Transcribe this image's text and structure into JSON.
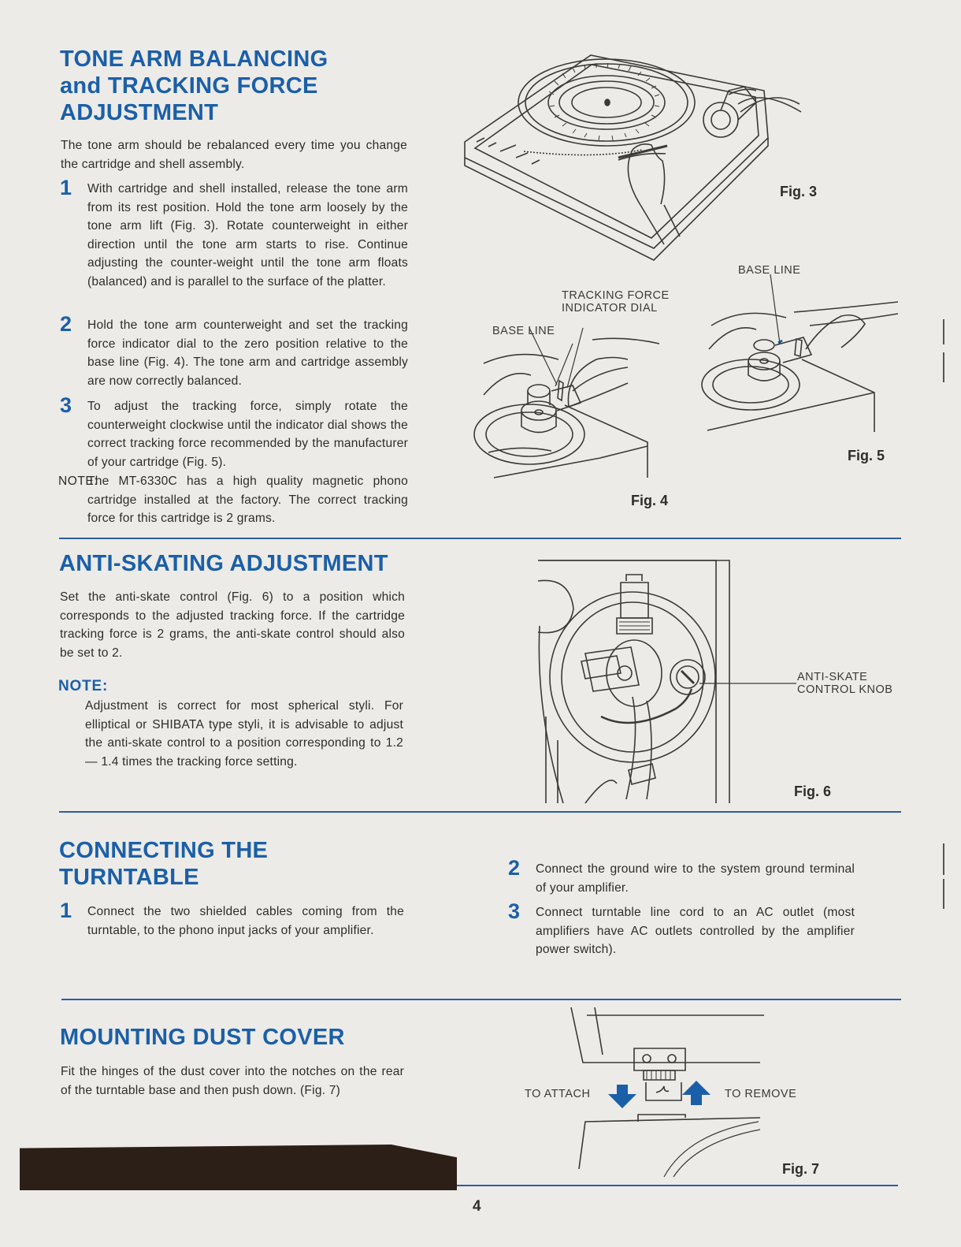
{
  "section1": {
    "heading_line1": "TONE ARM BALANCING",
    "heading_line2": "and TRACKING FORCE",
    "heading_line3": "ADJUSTMENT",
    "intro": "The tone arm should be rebalanced every time you change the cartridge and shell assembly.",
    "steps": [
      {
        "num": "1",
        "text": "With cartridge and shell installed, release the tone arm from its rest position. Hold the tone arm loosely by the tone arm lift (Fig. 3). Rotate counterweight in either direction until the tone arm starts to rise. Continue adjusting the counter-weight until the tone arm floats (balanced) and is parallel to the surface of the platter."
      },
      {
        "num": "2",
        "text": "Hold the tone arm counterweight and set the tracking force indicator dial to the zero position relative to the base line (Fig. 4). The tone arm and cartridge assembly are now correctly balanced."
      },
      {
        "num": "3",
        "text": "To adjust the tracking force, simply rotate the counterweight clockwise until the indicator dial shows the correct tracking force recommended by the manufacturer of your cartridge (Fig. 5)."
      }
    ],
    "note_label": "NOTE:",
    "note_text": "The MT-6330C has a high quality magnetic phono cartridge installed at the factory. The correct tracking force for this cartridge is 2 grams.",
    "fig3": "Fig. 3",
    "fig4": "Fig. 4",
    "fig5": "Fig. 5",
    "label_base_line_fig4": "BASE LINE",
    "label_tracking_force_line1": "TRACKING FORCE",
    "label_tracking_force_line2": "INDICATOR DIAL",
    "label_base_line_fig5": "BASE LINE"
  },
  "section2": {
    "heading": "ANTI-SKATING ADJUSTMENT",
    "body": "Set the anti-skate control (Fig. 6) to a position which corresponds to the adjusted tracking force. If the cartridge tracking force is 2 grams, the anti-skate control should also be set to 2.",
    "note_label": "NOTE:",
    "note_text": "Adjustment is correct for most spherical styli. For elliptical or SHIBATA type styli, it is advisable to adjust the anti-skate control to a position corresponding to 1.2 — 1.4 times the tracking force setting.",
    "knob_label_line1": "ANTI-SKATE",
    "knob_label_line2": "CONTROL KNOB",
    "fig6": "Fig. 6"
  },
  "section3": {
    "heading_line1": "CONNECTING THE",
    "heading_line2": "TURNTABLE",
    "steps": [
      {
        "num": "1",
        "text": "Connect the two shielded cables coming from the turntable, to the phono input jacks of your amplifier."
      },
      {
        "num": "2",
        "text": "Connect the ground wire to the system ground terminal of your amplifier."
      },
      {
        "num": "3",
        "text": "Connect turntable line cord to an AC outlet (most amplifiers have AC outlets controlled by the amplifier power switch)."
      }
    ]
  },
  "section4": {
    "heading": "MOUNTING DUST COVER",
    "body": "Fit the hinges of the dust cover into the notches on the rear of the turntable base and then push down. (Fig. 7)",
    "to_attach": "TO ATTACH",
    "to_remove": "TO REMOVE",
    "fig7": "Fig. 7"
  },
  "page_number": "4"
}
